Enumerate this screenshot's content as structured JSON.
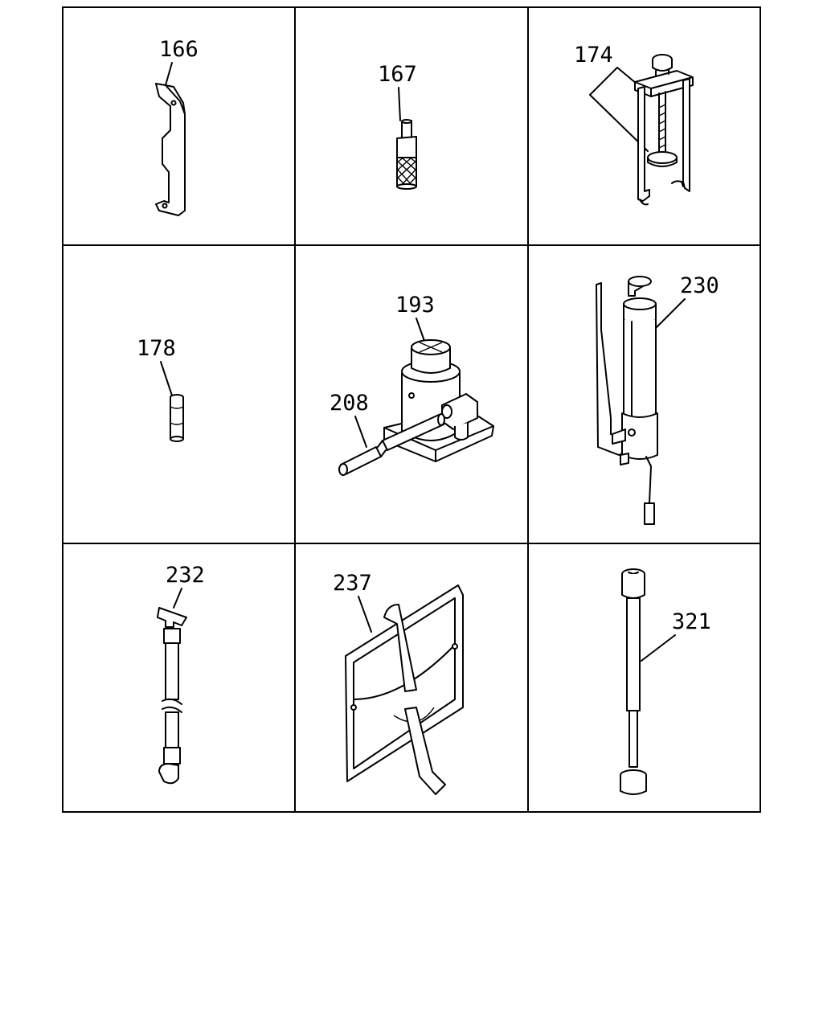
{
  "labels": {
    "p166": "166",
    "p167": "167",
    "p174": "174",
    "p178": "178",
    "p193": "193",
    "p208": "208",
    "p230": "230",
    "p232": "232",
    "p237": "237",
    "p321": "321"
  }
}
